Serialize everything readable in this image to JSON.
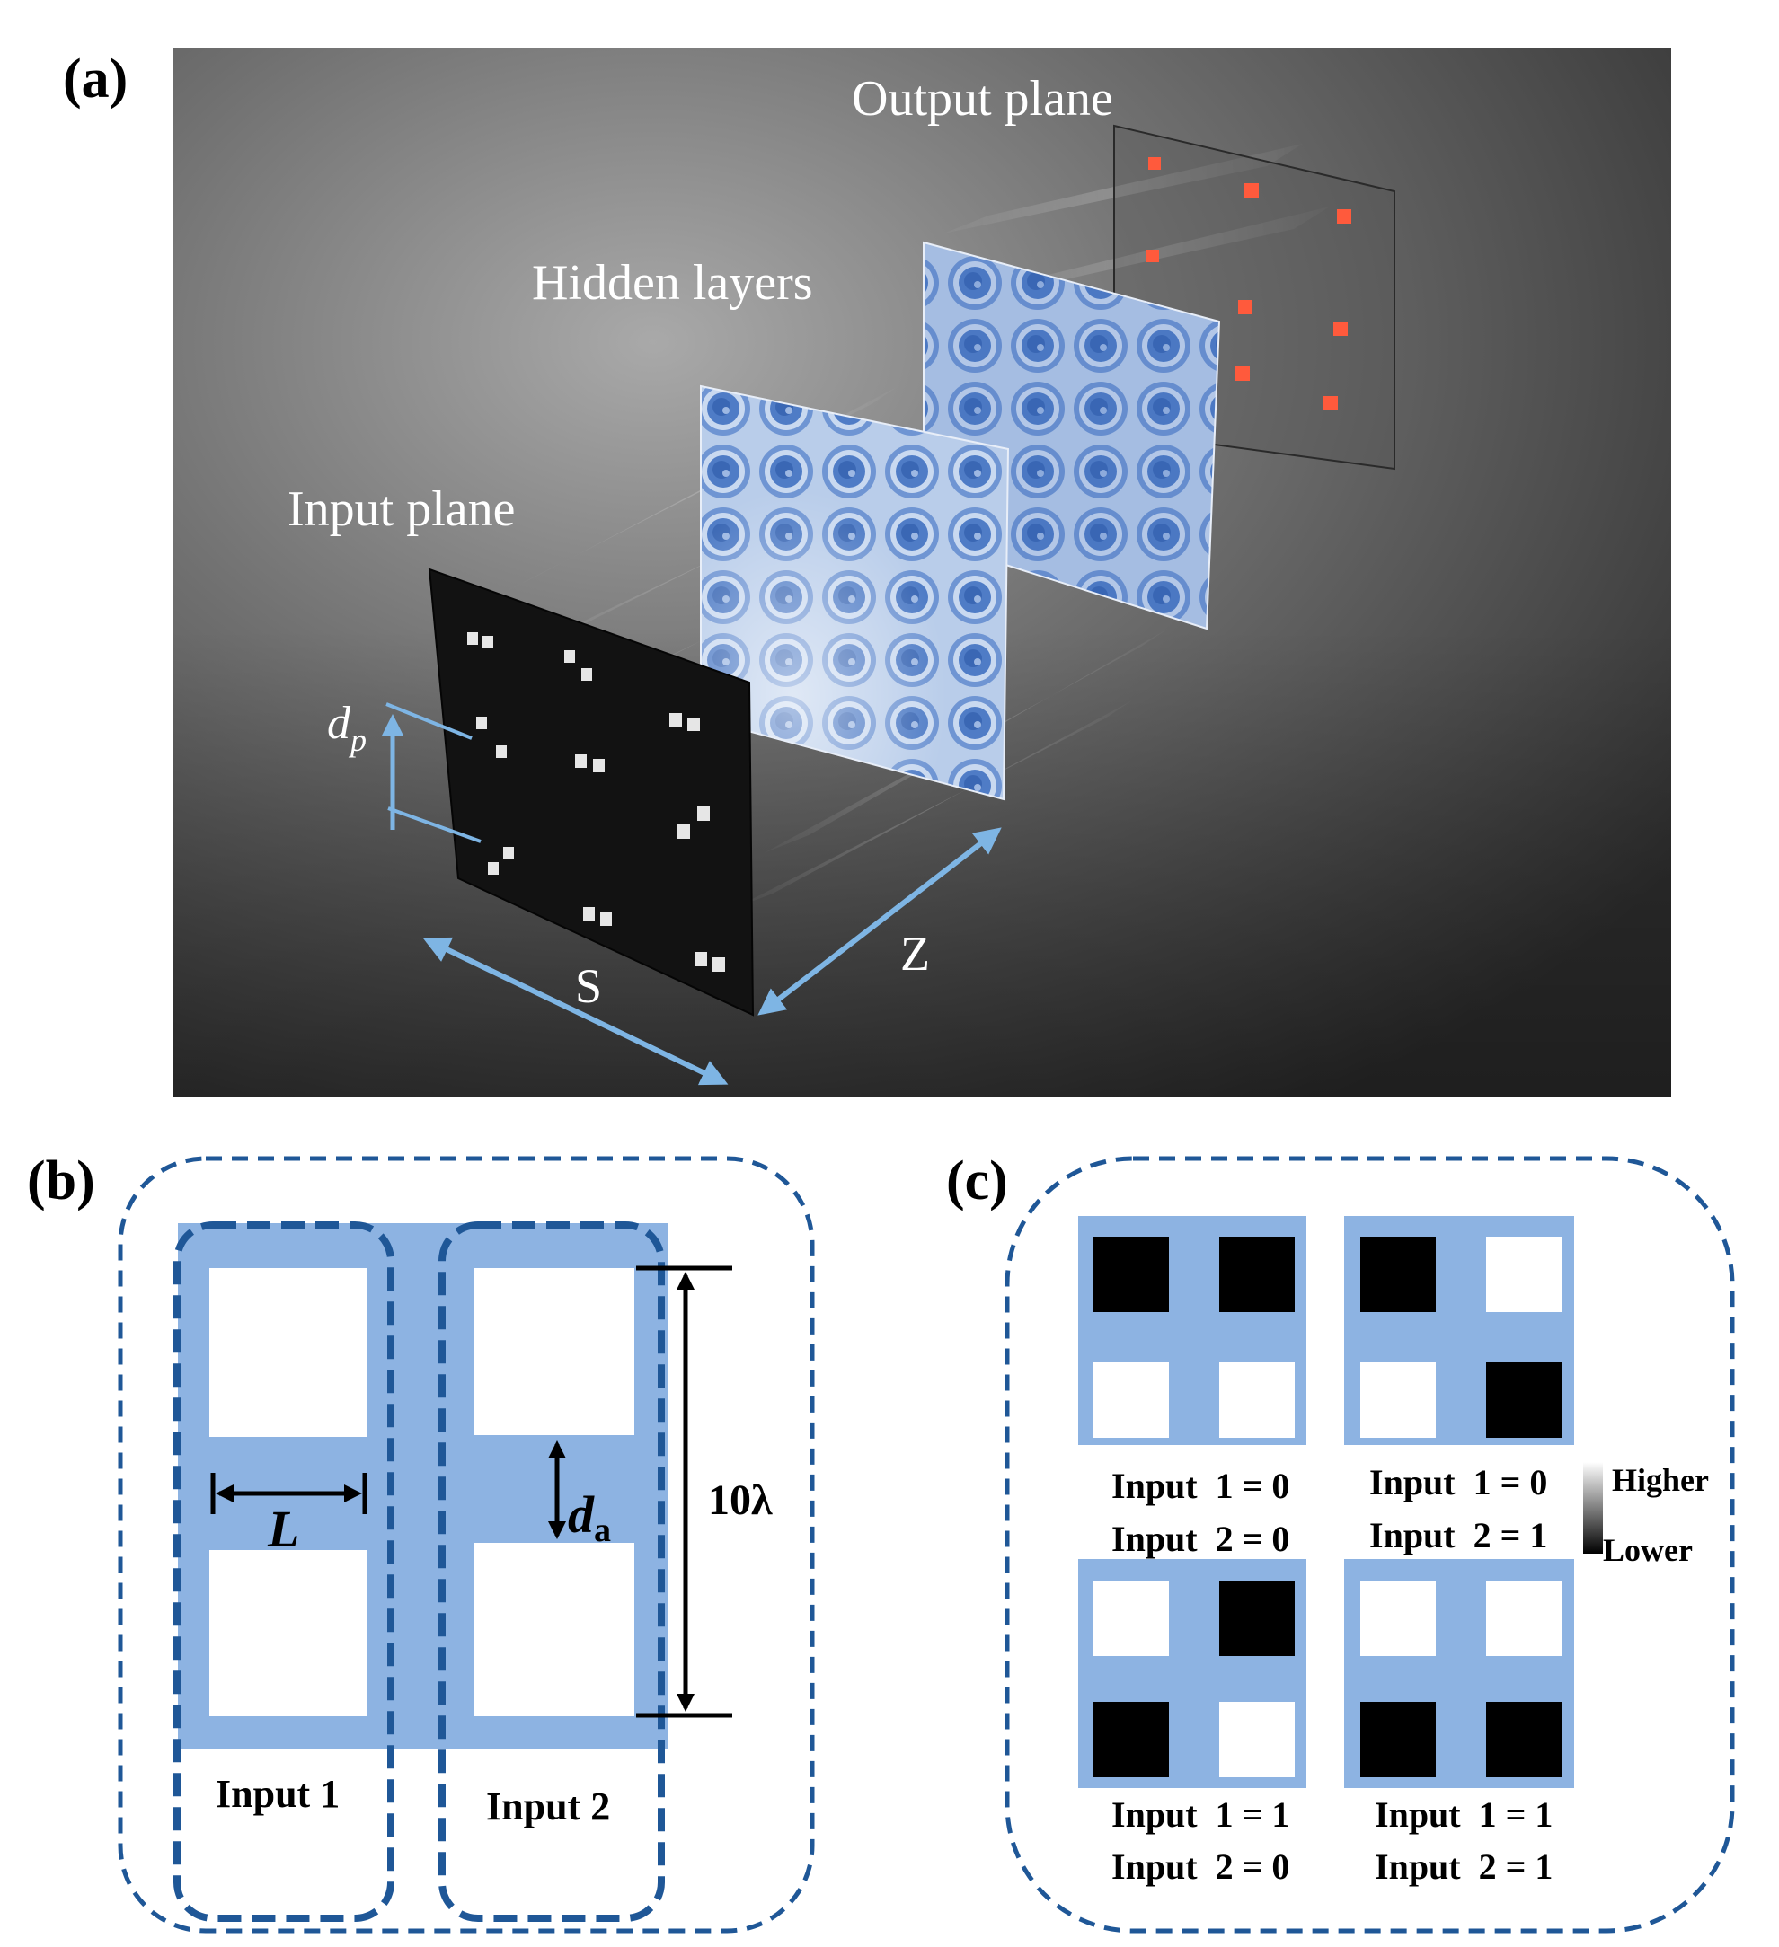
{
  "panel_a": {
    "label": "(a)",
    "output_plane_label": "Output plane",
    "hidden_layers_label": "Hidden layers",
    "input_plane_label": "Input plane",
    "dp_symbol": "d",
    "dp_subscript": "p",
    "s_label": "S",
    "z_label": "Z",
    "colors": {
      "background_dark": "#3c3c3c",
      "background_light": "#8a8a8a",
      "arrow": "#7eb5e4",
      "hidden_layer": "#5a88cf",
      "output_spot": "#ff5a3c",
      "input_panel": "#121212"
    }
  },
  "panel_b": {
    "label": "(b)",
    "input1_label": "Input 1",
    "input2_label": "Input 2",
    "L_label": "L",
    "da_symbol": "d",
    "da_subscript": "a",
    "height_label": "10λ",
    "colors": {
      "fill": "#8db3e2",
      "dashed": "#1f5797"
    }
  },
  "panel_c": {
    "label": "(c)",
    "cases": [
      {
        "line1": "Input  1 = 0",
        "line2": "Input  2 = 0",
        "cells": [
          0,
          0,
          1,
          1
        ]
      },
      {
        "line1": "Input  1 = 0",
        "line2": "Input  2 = 1",
        "cells": [
          0,
          1,
          1,
          0
        ]
      },
      {
        "line1": "Input  1 = 1",
        "line2": "Input  2 = 0",
        "cells": [
          1,
          0,
          0,
          1
        ]
      },
      {
        "line1": "Input  1 = 1",
        "line2": "Input  2 = 1",
        "cells": [
          1,
          1,
          0,
          0
        ]
      }
    ],
    "colorbar_high": "Higher",
    "colorbar_low": "Lower",
    "colors": {
      "fill": "#8db3e2",
      "dashed": "#1f5797"
    }
  }
}
